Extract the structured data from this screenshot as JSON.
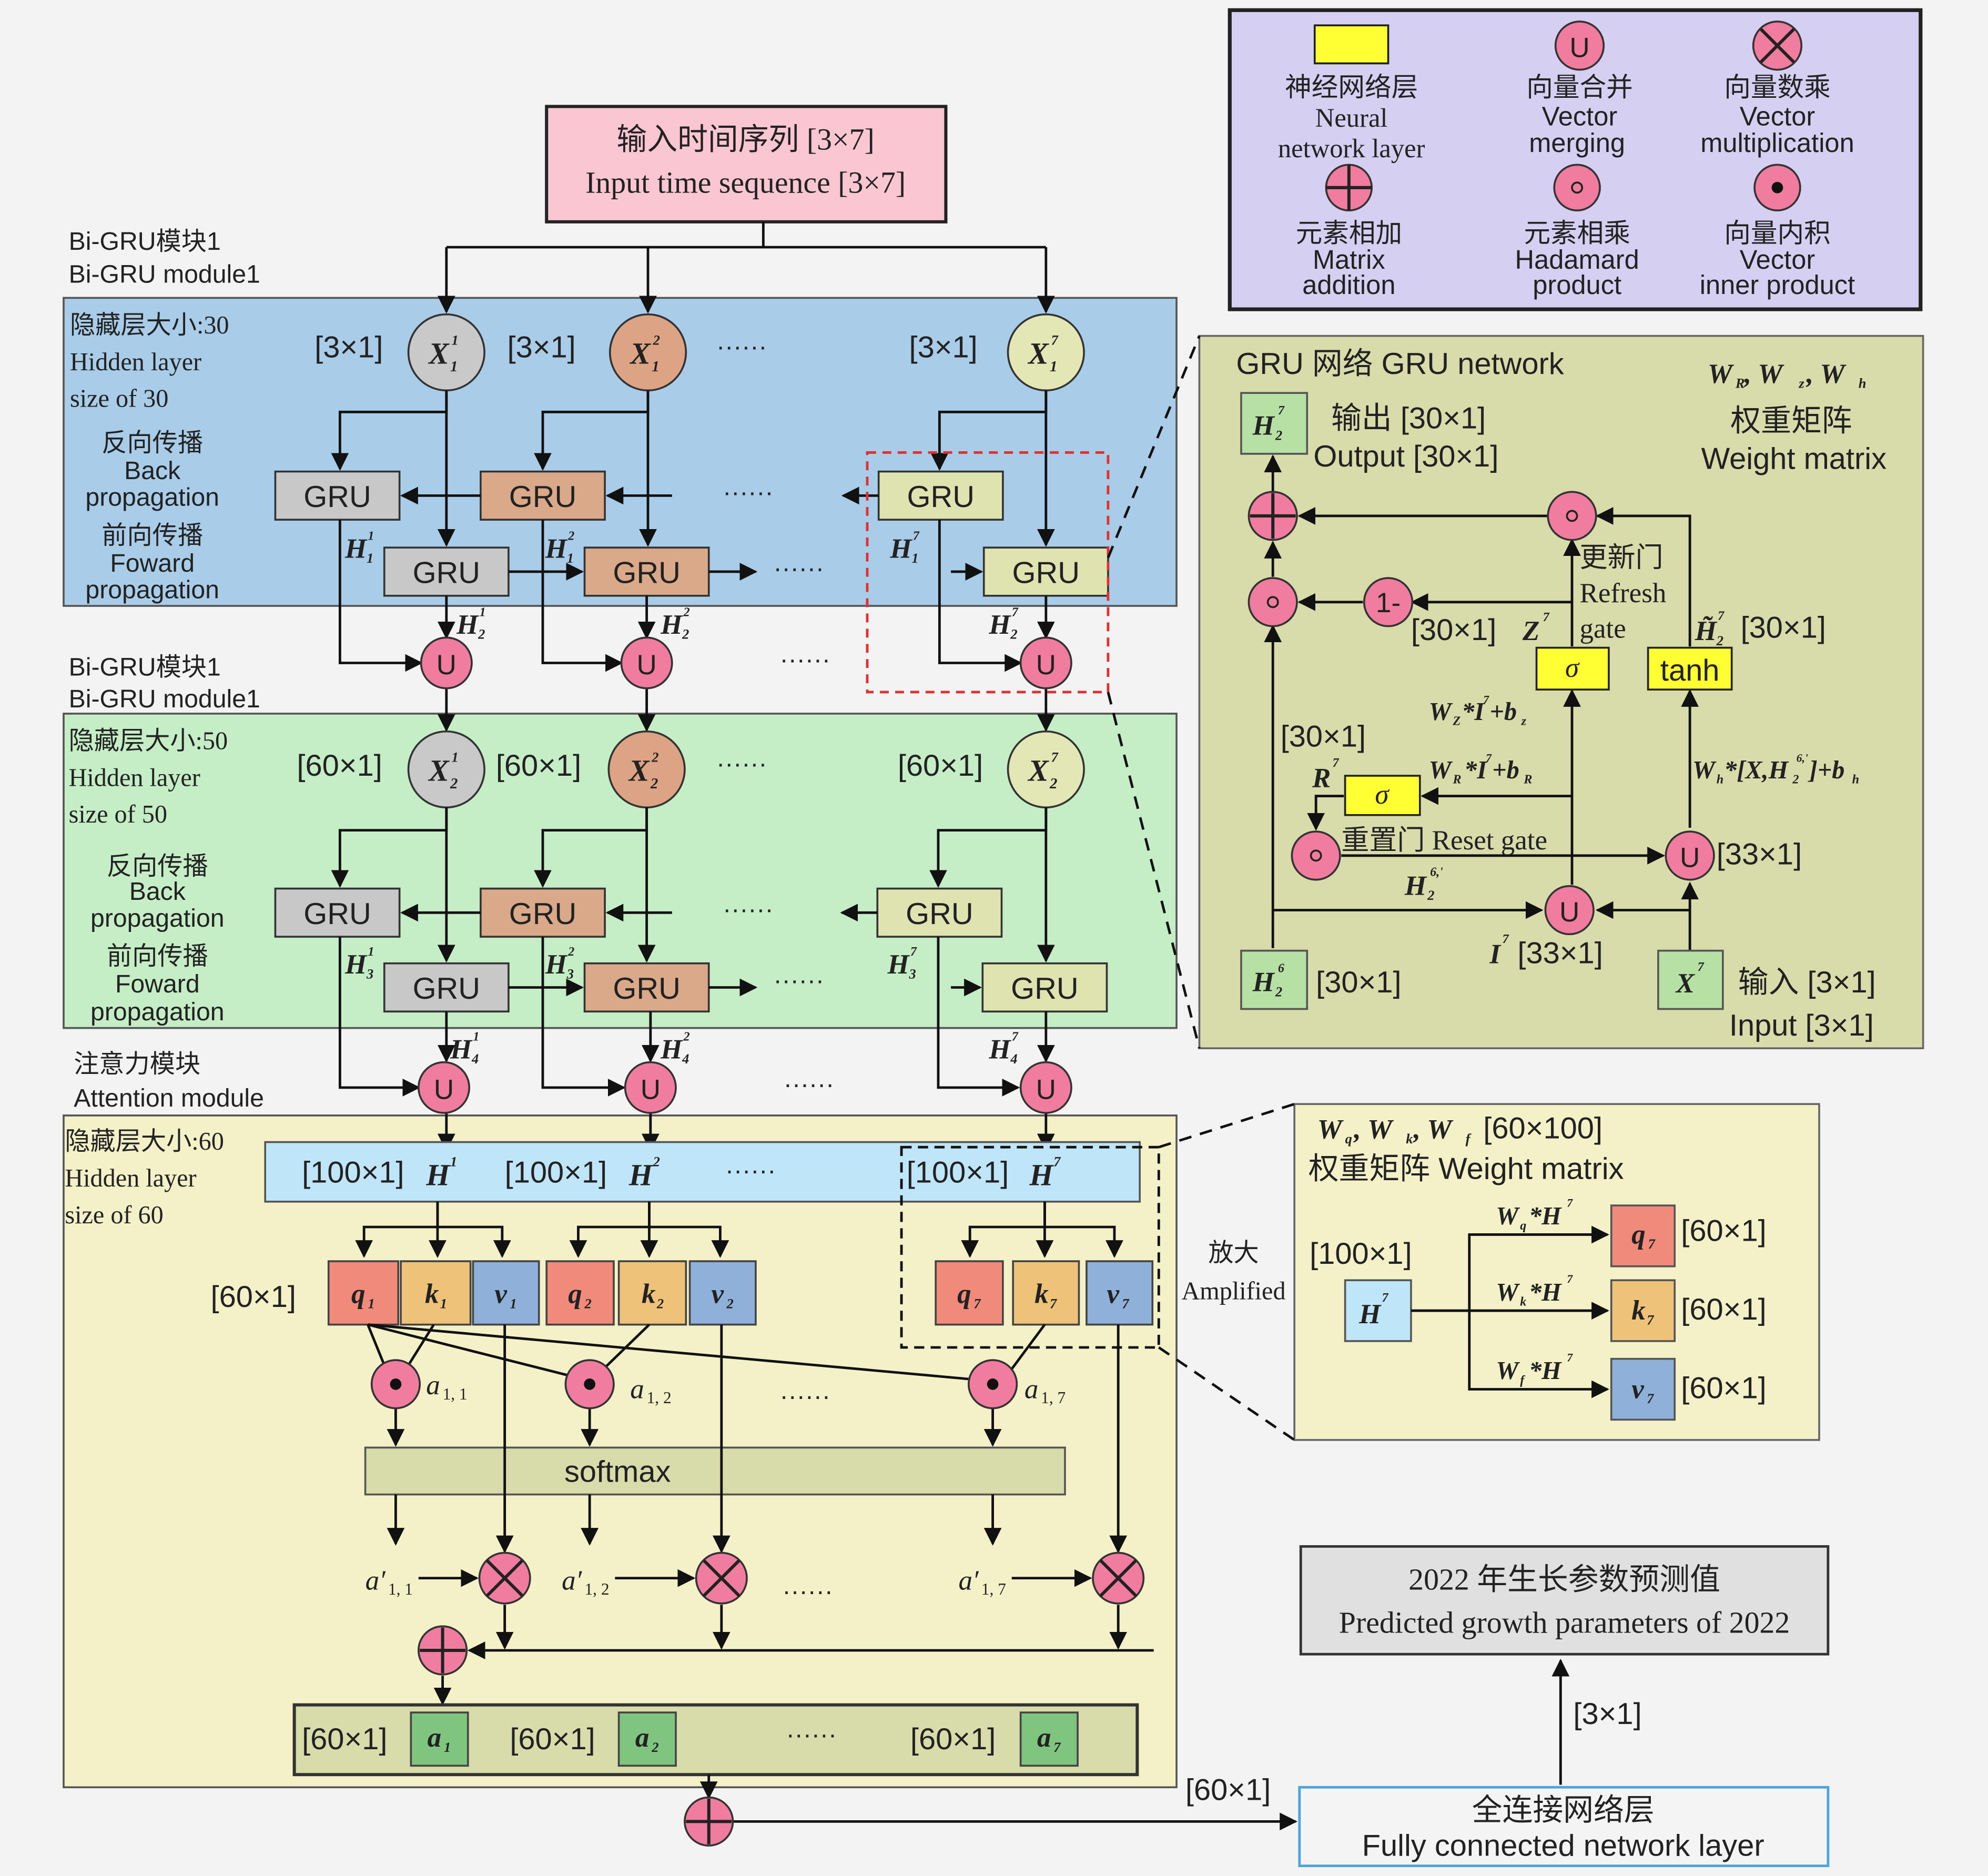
{
  "colors": {
    "background": "#f3f3f3",
    "blue_panel": "#a9cde8",
    "green_panel": "#c6eec6",
    "yellow_panel": "#f4f1c8",
    "olive_panel": "#d8dcaa",
    "legend_panel": "#d5d0f2",
    "input_box": "#f9c6d2",
    "gru_gray": "#c8c8c8",
    "gru_brown": "#d9a98a",
    "gru_olive": "#dfe3b0",
    "circle_pink": "#f07da0",
    "node_gray": "#c9c9c9",
    "node_brown": "#dca485",
    "node_olive": "#e3e7b6",
    "q_color": "#f08a7a",
    "k_color": "#efc27a",
    "v_color": "#8fb0d8",
    "a_color": "#7fc47f",
    "h_bar": "#bfe6f8",
    "sigma_yellow": "#ffff33"
  },
  "input": {
    "zh": "输入时间序列 [3×7]",
    "en": "Input time sequence [3×7]"
  },
  "module1": {
    "title_zh": "Bi-GRU模块1",
    "title_en": "Bi-GRU module1",
    "hidden_zh": "隐藏层大小:30",
    "hidden_en1": "Hidden layer",
    "hidden_en2": "size of 30",
    "back_zh": "反向传播",
    "back_en1": "Back",
    "back_en2": "propagation",
    "fwd_zh": "前向传播",
    "fwd_en1": "Foward",
    "fwd_en2": "propagation",
    "dim": "[3×1]",
    "gru": "GRU",
    "dots": "······"
  },
  "module2": {
    "title_zh": "Bi-GRU模块1",
    "title_en": "Bi-GRU module1",
    "hidden_zh": "隐藏层大小:50",
    "hidden_en1": "Hidden layer",
    "hidden_en2": "size of 50",
    "back_zh": "反向传播",
    "back_en1": "Back",
    "back_en2": "propagation",
    "fwd_zh": "前向传播",
    "fwd_en1": "Foward",
    "fwd_en2": "propagation",
    "dim": "[60×1]",
    "gru": "GRU",
    "dots": "······"
  },
  "attention": {
    "title_zh": "注意力模块",
    "title_en": "Attention module",
    "hidden_zh": "隐藏层大小:60",
    "hidden_en1": "Hidden layer",
    "hidden_en2": "size of 60",
    "h1": "[100×1]",
    "h2": "[100×1]",
    "h7": "[100×1]",
    "dots": "······",
    "qkv_dim": "[60×1]",
    "softmax": "softmax",
    "a_dim": "[60×1]",
    "amplified_zh": "放大",
    "amplified_en": "Amplified"
  },
  "legend": {
    "nn_zh": "神经网络层",
    "nn_en1": "Neural",
    "nn_en2": "network layer",
    "vm_zh": "向量合并",
    "vm_en1": "Vector",
    "vm_en2": "merging",
    "vx_zh": "向量数乘",
    "vx_en1": "Vector",
    "vx_en2": "multiplication",
    "ma_zh": "元素相加",
    "ma_en1": "Matrix",
    "ma_en2": "addition",
    "hp_zh": "元素相乘",
    "hp_en1": "Hadamard",
    "hp_en2": "product",
    "ip_zh": "向量内积",
    "ip_en1": "Vector",
    "ip_en2": "inner product",
    "u": "U"
  },
  "gru_detail": {
    "title": "GRU 网络 GRU network",
    "weights": "Wʀ, Wz, Wh",
    "weights_zh": "权重矩阵",
    "weights_en": "Weight matrix",
    "out_zh": "输出 [30×1]",
    "out_en": "Output  [30×1]",
    "update_zh": "更新门",
    "update_en1": "Refresh",
    "update_en2": "gate",
    "z_dim": "[30×1]",
    "h_tilde_dim": "[30×1]",
    "sigma": "σ",
    "tanh": "tanh",
    "one_minus": "1-",
    "r_dim": "[30×1]",
    "reset": "重置门 Reset gate",
    "u_dim": "[33×1]",
    "i_dim": "[33×1]",
    "h6_dim": "[30×1]",
    "in_zh": "输入 [3×1]",
    "in_en": "Input  [3×1]"
  },
  "amplified": {
    "weights_dim": "[60×100]",
    "weights_zh": "权重矩阵 Weight matrix",
    "h_dim": "[100×1]",
    "q_dim": "[60×1]",
    "k_dim": "[60×1]",
    "v_dim": "[60×1]"
  },
  "output": {
    "zh": "2022 年生长参数预测值",
    "en": "Predicted growth parameters of 2022",
    "dim": "[3×1]"
  },
  "fc": {
    "zh": "全连接网络层",
    "en": "Fully connected network layer",
    "dim": "[60×1]"
  }
}
